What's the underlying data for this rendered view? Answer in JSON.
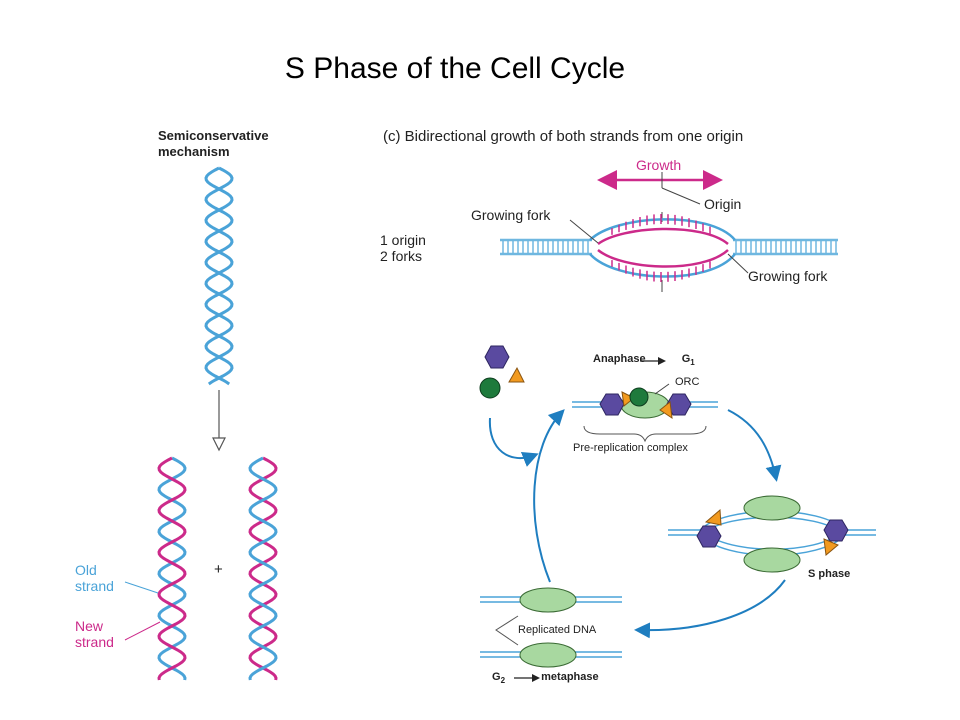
{
  "slide": {
    "title": "S Phase of the Cell Cycle"
  },
  "semiconservative": {
    "heading_line1": "Semiconservative",
    "heading_line2": "mechanism",
    "old_strand_line1": "Old",
    "old_strand_line2": "strand",
    "new_strand_line1": "New",
    "new_strand_line2": "strand",
    "plus": "+"
  },
  "bidirectional": {
    "heading": "(c)  Bidirectional growth of both strands from one origin",
    "growth": "Growth",
    "origin": "Origin",
    "growing_fork_left": "Growing fork",
    "growing_fork_right": "Growing fork",
    "one_origin": "1 origin",
    "two_forks": "2 forks"
  },
  "cycle": {
    "anaphase": "Anaphase",
    "g1": "G",
    "g1_sub": "1",
    "orc": "ORC",
    "pre_replication_complex": "Pre-replication complex",
    "s_phase": "S phase",
    "replicated_dna": "Replicated DNA",
    "g2": "G",
    "g2_sub": "2",
    "metaphase": "metaphase"
  },
  "colors": {
    "old_strand": "#4aa3d8",
    "new_strand": "#cc2a8a",
    "dna_line": "#6fb7e0",
    "hexagon": "#5a4aa0",
    "circle": "#1e7a3c",
    "triangle": "#f29a1f",
    "ellipse": "#a8d8a0",
    "arrow": "#1f7ec0"
  }
}
